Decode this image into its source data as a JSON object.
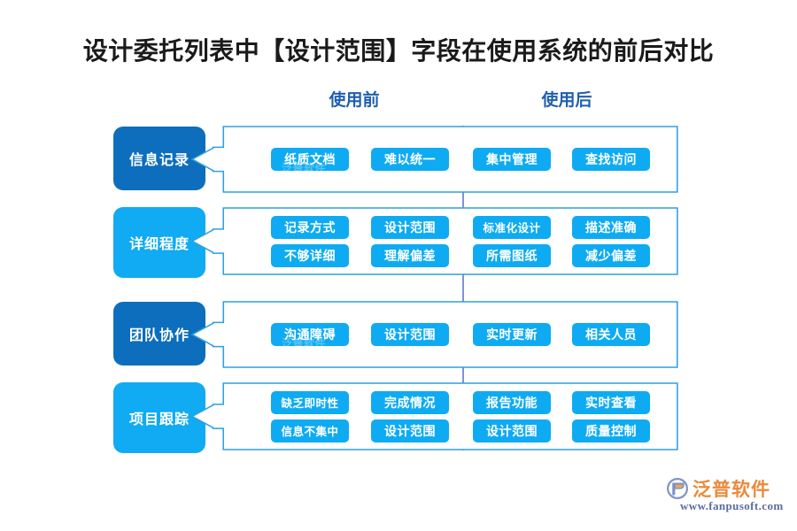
{
  "title": "设计委托列表中【设计范围】字段在使用系统的前后对比",
  "columns": {
    "before_label": "使用前",
    "after_label": "使用后"
  },
  "colors": {
    "category_dark": "#0d6ebd",
    "category_light": "#10abf2",
    "pill": "#0eabf2",
    "panel_border": "#2f9fe0",
    "divider": "#6a7fd0",
    "subtitle_text": "#1f5fad",
    "logo_orange": "#e98a3c",
    "logo_url": "#5d6b9e"
  },
  "rows": [
    {
      "category": "信息记录",
      "tone": "dark",
      "lines": 1,
      "before": [
        [
          "纸质文档",
          "难以统一"
        ]
      ],
      "after": [
        [
          "集中管理",
          "查找访问"
        ]
      ]
    },
    {
      "category": "详细程度",
      "tone": "light",
      "lines": 2,
      "before": [
        [
          "记录方式",
          "设计范围"
        ],
        [
          "不够详细",
          "理解偏差"
        ]
      ],
      "after": [
        [
          "标准化设计",
          "描述准确"
        ],
        [
          "所需图纸",
          "减少偏差"
        ]
      ]
    },
    {
      "category": "团队协作",
      "tone": "dark",
      "lines": 1,
      "before": [
        [
          "沟通障碍",
          "设计范围"
        ]
      ],
      "after": [
        [
          "实时更新",
          "相关人员"
        ]
      ]
    },
    {
      "category": "项目跟踪",
      "tone": "light",
      "lines": 2,
      "before": [
        [
          "缺乏即时性",
          "完成情况"
        ],
        [
          "信息不集中",
          "设计范围"
        ]
      ],
      "after": [
        [
          "报告功能",
          "实时查看"
        ],
        [
          "设计范围",
          "质量控制"
        ]
      ]
    }
  ],
  "logo": {
    "name": "泛普软件",
    "url": "www.fanpusoft.com",
    "watermark": "泛普软件"
  }
}
